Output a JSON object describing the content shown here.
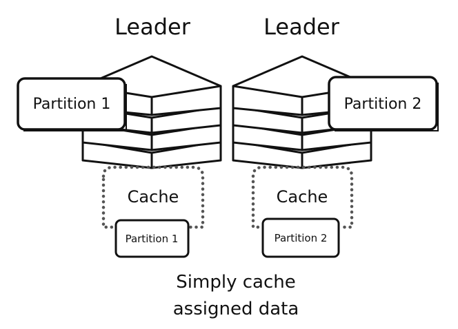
{
  "nodes": [
    {
      "leader_label": "Leader",
      "partition_label": "Partition 1",
      "cache_label": "Cache",
      "cached_partition_label": "Partition 1"
    },
    {
      "leader_label": "Leader",
      "partition_label": "Partition 2",
      "cache_label": "Cache",
      "cached_partition_label": "Partition 2"
    }
  ],
  "caption": {
    "line1": "Simply cache",
    "line2": "assigned data"
  },
  "colors": {
    "stroke": "#111111",
    "fill": "#ffffff",
    "dotted_border": "#555555"
  },
  "icons": {
    "stack": "stacked-disks-icon"
  }
}
